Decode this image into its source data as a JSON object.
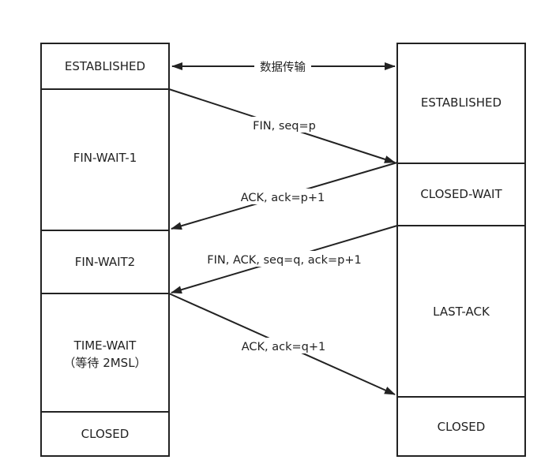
{
  "left_states": [
    {
      "label": "ESTABLISHED"
    },
    {
      "label": "FIN-WAIT-1"
    },
    {
      "label": "FIN-WAIT2"
    },
    {
      "label": "TIME-WAIT",
      "sublabel": "（等待 2MSL）"
    },
    {
      "label": "CLOSED"
    }
  ],
  "right_states": [
    {
      "label": "ESTABLISHED"
    },
    {
      "label": "CLOSED-WAIT"
    },
    {
      "label": "LAST-ACK"
    },
    {
      "label": "CLOSED"
    }
  ],
  "messages": [
    {
      "label": "数据传输",
      "direction": "bidirectional"
    },
    {
      "label": "FIN, seq=p",
      "direction": "left-to-right"
    },
    {
      "label": "ACK, ack=p+1",
      "direction": "right-to-left"
    },
    {
      "label": "FIN, ACK, seq=q, ack=p+1",
      "direction": "right-to-left"
    },
    {
      "label": "ACK, ack=q+1",
      "direction": "left-to-right"
    }
  ]
}
